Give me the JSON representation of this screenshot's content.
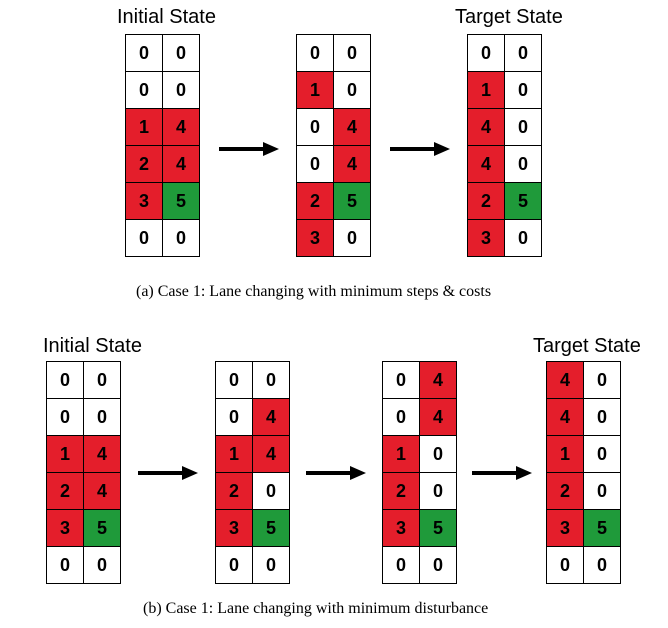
{
  "colors": {
    "vehicle": "#e41e2b",
    "blocked": "#1f9a3a",
    "empty": "#ffffff"
  },
  "case_a": {
    "caption": "(a) Case 1: Lane changing with minimum steps & costs",
    "label_initial": "Initial State",
    "label_target": "Target State",
    "states": [
      {
        "rows": [
          [
            [
              "0",
              "empty"
            ],
            [
              "0",
              "empty"
            ]
          ],
          [
            [
              "0",
              "empty"
            ],
            [
              "0",
              "empty"
            ]
          ],
          [
            [
              "1",
              "red"
            ],
            [
              "4",
              "red"
            ]
          ],
          [
            [
              "2",
              "red"
            ],
            [
              "4",
              "red"
            ]
          ],
          [
            [
              "3",
              "red"
            ],
            [
              "5",
              "green"
            ]
          ],
          [
            [
              "0",
              "empty"
            ],
            [
              "0",
              "empty"
            ]
          ]
        ]
      },
      {
        "rows": [
          [
            [
              "0",
              "empty"
            ],
            [
              "0",
              "empty"
            ]
          ],
          [
            [
              "1",
              "red"
            ],
            [
              "0",
              "empty"
            ]
          ],
          [
            [
              "0",
              "empty"
            ],
            [
              "4",
              "red"
            ]
          ],
          [
            [
              "0",
              "empty"
            ],
            [
              "4",
              "red"
            ]
          ],
          [
            [
              "2",
              "red"
            ],
            [
              "5",
              "green"
            ]
          ],
          [
            [
              "3",
              "red"
            ],
            [
              "0",
              "empty"
            ]
          ]
        ]
      },
      {
        "rows": [
          [
            [
              "0",
              "empty"
            ],
            [
              "0",
              "empty"
            ]
          ],
          [
            [
              "1",
              "red"
            ],
            [
              "0",
              "empty"
            ]
          ],
          [
            [
              "4",
              "red"
            ],
            [
              "0",
              "empty"
            ]
          ],
          [
            [
              "4",
              "red"
            ],
            [
              "0",
              "empty"
            ]
          ],
          [
            [
              "2",
              "red"
            ],
            [
              "5",
              "green"
            ]
          ],
          [
            [
              "3",
              "red"
            ],
            [
              "0",
              "empty"
            ]
          ]
        ]
      }
    ]
  },
  "case_b": {
    "caption": "(b) Case 1: Lane changing with minimum disturbance",
    "label_initial": "Initial State",
    "label_target": "Target State",
    "states": [
      {
        "rows": [
          [
            [
              "0",
              "empty"
            ],
            [
              "0",
              "empty"
            ]
          ],
          [
            [
              "0",
              "empty"
            ],
            [
              "0",
              "empty"
            ]
          ],
          [
            [
              "1",
              "red"
            ],
            [
              "4",
              "red"
            ]
          ],
          [
            [
              "2",
              "red"
            ],
            [
              "4",
              "red"
            ]
          ],
          [
            [
              "3",
              "red"
            ],
            [
              "5",
              "green"
            ]
          ],
          [
            [
              "0",
              "empty"
            ],
            [
              "0",
              "empty"
            ]
          ]
        ]
      },
      {
        "rows": [
          [
            [
              "0",
              "empty"
            ],
            [
              "0",
              "empty"
            ]
          ],
          [
            [
              "0",
              "empty"
            ],
            [
              "4",
              "red"
            ]
          ],
          [
            [
              "1",
              "red"
            ],
            [
              "4",
              "red"
            ]
          ],
          [
            [
              "2",
              "red"
            ],
            [
              "0",
              "empty"
            ]
          ],
          [
            [
              "3",
              "red"
            ],
            [
              "5",
              "green"
            ]
          ],
          [
            [
              "0",
              "empty"
            ],
            [
              "0",
              "empty"
            ]
          ]
        ]
      },
      {
        "rows": [
          [
            [
              "0",
              "empty"
            ],
            [
              "4",
              "red"
            ]
          ],
          [
            [
              "0",
              "empty"
            ],
            [
              "4",
              "red"
            ]
          ],
          [
            [
              "1",
              "red"
            ],
            [
              "0",
              "empty"
            ]
          ],
          [
            [
              "2",
              "red"
            ],
            [
              "0",
              "empty"
            ]
          ],
          [
            [
              "3",
              "red"
            ],
            [
              "5",
              "green"
            ]
          ],
          [
            [
              "0",
              "empty"
            ],
            [
              "0",
              "empty"
            ]
          ]
        ]
      },
      {
        "rows": [
          [
            [
              "4",
              "red"
            ],
            [
              "0",
              "empty"
            ]
          ],
          [
            [
              "4",
              "red"
            ],
            [
              "0",
              "empty"
            ]
          ],
          [
            [
              "1",
              "red"
            ],
            [
              "0",
              "empty"
            ]
          ],
          [
            [
              "2",
              "red"
            ],
            [
              "0",
              "empty"
            ]
          ],
          [
            [
              "3",
              "red"
            ],
            [
              "5",
              "green"
            ]
          ],
          [
            [
              "0",
              "empty"
            ],
            [
              "0",
              "empty"
            ]
          ]
        ]
      }
    ]
  }
}
